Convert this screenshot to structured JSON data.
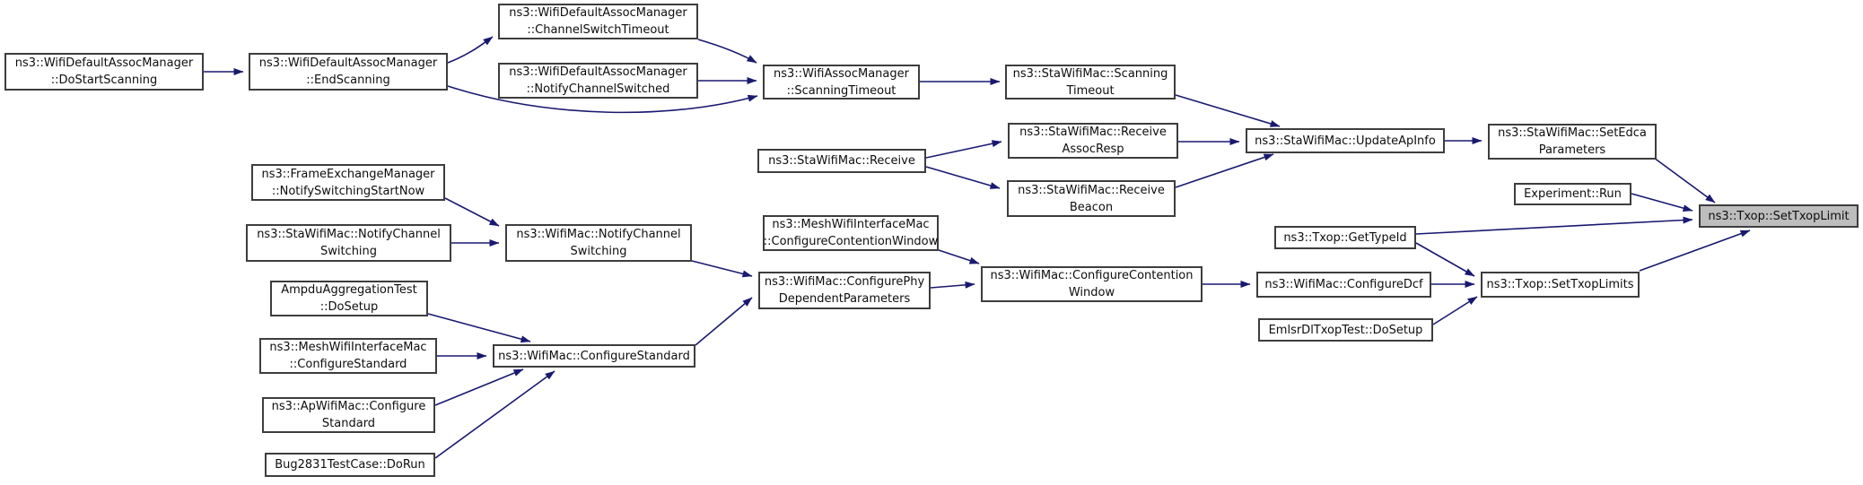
{
  "diagram": {
    "kind": "doxygen-call-graph",
    "target_function": "ns3::Txop::SetTxopLimit",
    "colors": {
      "edge": "#191970",
      "node_fill": "#ffffff",
      "node_border": "#3d3d3d",
      "target_node_fill": "#bdbdbd",
      "text": "#0d0d0d",
      "background": "#ffffff"
    },
    "nodes": [
      {
        "id": "do-start-scanning",
        "label": "ns3::WifiDefaultAssocManager ::DoStartScanning"
      },
      {
        "id": "end-scanning",
        "label": "ns3::WifiDefaultAssocManager ::EndScanning"
      },
      {
        "id": "channel-switch-timeout",
        "label": "ns3::WifiDefaultAssocManager ::ChannelSwitchTimeout"
      },
      {
        "id": "notify-channel-switched",
        "label": "ns3::WifiDefaultAssocManager ::NotifyChannelSwitched"
      },
      {
        "id": "assoc-manager-scanning-timeout",
        "label": "ns3::WifiAssocManager ::ScanningTimeout"
      },
      {
        "id": "sta-scanning-timeout",
        "label": "ns3::StaWifiMac::Scanning Timeout"
      },
      {
        "id": "sta-receive",
        "label": "ns3::StaWifiMac::Receive"
      },
      {
        "id": "receive-assoc-resp",
        "label": "ns3::StaWifiMac::Receive AssocResp"
      },
      {
        "id": "receive-beacon",
        "label": "ns3::StaWifiMac::Receive Beacon"
      },
      {
        "id": "update-ap-info",
        "label": "ns3::StaWifiMac::UpdateApInfo"
      },
      {
        "id": "set-edca-parameters",
        "label": "ns3::StaWifiMac::SetEdca Parameters"
      },
      {
        "id": "experiment-run",
        "label": "Experiment::Run"
      },
      {
        "id": "set-txop-limit",
        "label": "ns3::Txop::SetTxopLimit"
      },
      {
        "id": "txop-get-type-id",
        "label": "ns3::Txop::GetTypeId"
      },
      {
        "id": "configure-dcf",
        "label": "ns3::WifiMac::ConfigureDcf"
      },
      {
        "id": "set-txop-limits",
        "label": "ns3::Txop::SetTxopLimits"
      },
      {
        "id": "emlsr-dl-txop-test-do-setup",
        "label": "EmlsrDlTxopTest::DoSetup"
      },
      {
        "id": "notify-switching-start-now",
        "label": "ns3::FrameExchangeManager ::NotifySwitchingStartNow"
      },
      {
        "id": "sta-notify-channel-switching",
        "label": "ns3::StaWifiMac::NotifyChannel Switching"
      },
      {
        "id": "mac-notify-channel-switching",
        "label": "ns3::WifiMac::NotifyChannel Switching"
      },
      {
        "id": "ampdu-aggregation-do-setup",
        "label": "AmpduAggregationTest ::DoSetup"
      },
      {
        "id": "mesh-configure-standard",
        "label": "ns3::MeshWifiInterfaceMac ::ConfigureStandard"
      },
      {
        "id": "ap-configure-standard",
        "label": "ns3::ApWifiMac::Configure Standard"
      },
      {
        "id": "bug2831-do-run",
        "label": "Bug2831TestCase::DoRun"
      },
      {
        "id": "mac-configure-standard",
        "label": "ns3::WifiMac::ConfigureStandard"
      },
      {
        "id": "mesh-configure-contention-window",
        "label": "ns3::MeshWifiInterfaceMac ::ConfigureContentionWindow"
      },
      {
        "id": "configure-phy-dependent-parameters",
        "label": "ns3::WifiMac::ConfigurePhy DependentParameters"
      },
      {
        "id": "mac-configure-contention-window",
        "label": "ns3::WifiMac::ConfigureContention Window"
      }
    ],
    "edges": [
      {
        "from": "do-start-scanning",
        "to": "end-scanning"
      },
      {
        "from": "end-scanning",
        "to": "channel-switch-timeout"
      },
      {
        "from": "end-scanning",
        "to": "assoc-manager-scanning-timeout"
      },
      {
        "from": "channel-switch-timeout",
        "to": "assoc-manager-scanning-timeout"
      },
      {
        "from": "notify-channel-switched",
        "to": "assoc-manager-scanning-timeout"
      },
      {
        "from": "assoc-manager-scanning-timeout",
        "to": "sta-scanning-timeout"
      },
      {
        "from": "sta-scanning-timeout",
        "to": "update-ap-info"
      },
      {
        "from": "sta-receive",
        "to": "receive-assoc-resp"
      },
      {
        "from": "sta-receive",
        "to": "receive-beacon"
      },
      {
        "from": "receive-assoc-resp",
        "to": "update-ap-info"
      },
      {
        "from": "receive-beacon",
        "to": "update-ap-info"
      },
      {
        "from": "update-ap-info",
        "to": "set-edca-parameters"
      },
      {
        "from": "set-edca-parameters",
        "to": "set-txop-limit"
      },
      {
        "from": "experiment-run",
        "to": "set-txop-limit"
      },
      {
        "from": "txop-get-type-id",
        "to": "set-txop-limit"
      },
      {
        "from": "txop-get-type-id",
        "to": "set-txop-limits"
      },
      {
        "from": "configure-dcf",
        "to": "set-txop-limits"
      },
      {
        "from": "emlsr-dl-txop-test-do-setup",
        "to": "set-txop-limits"
      },
      {
        "from": "set-txop-limits",
        "to": "set-txop-limit"
      },
      {
        "from": "notify-switching-start-now",
        "to": "mac-notify-channel-switching"
      },
      {
        "from": "sta-notify-channel-switching",
        "to": "mac-notify-channel-switching"
      },
      {
        "from": "mac-notify-channel-switching",
        "to": "configure-phy-dependent-parameters"
      },
      {
        "from": "ampdu-aggregation-do-setup",
        "to": "mac-configure-standard"
      },
      {
        "from": "mesh-configure-standard",
        "to": "mac-configure-standard"
      },
      {
        "from": "ap-configure-standard",
        "to": "mac-configure-standard"
      },
      {
        "from": "bug2831-do-run",
        "to": "mac-configure-standard"
      },
      {
        "from": "mac-configure-standard",
        "to": "configure-phy-dependent-parameters"
      },
      {
        "from": "mesh-configure-contention-window",
        "to": "mac-configure-contention-window"
      },
      {
        "from": "configure-phy-dependent-parameters",
        "to": "mac-configure-contention-window"
      },
      {
        "from": "mac-configure-contention-window",
        "to": "configure-dcf"
      }
    ]
  }
}
